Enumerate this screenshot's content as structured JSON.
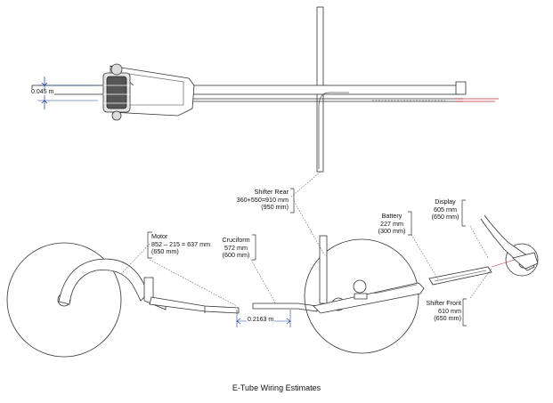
{
  "caption": "E-Tube Wiring Estimates",
  "dimensions": {
    "tube_offset": "0.045 m",
    "wire_gap": "0.2163 m"
  },
  "callouts": {
    "shifter_rear": [
      "Shifter Rear",
      "360+550=910 mm",
      "(950 mm)"
    ],
    "motor": [
      "Motor",
      "852 – 215 = 637 mm",
      "(650 mm)"
    ],
    "cruciform": [
      "Cruciform",
      "572 mm",
      "(600 mm)"
    ],
    "battery": [
      "Battery",
      "227 mm",
      "(300 mm)"
    ],
    "display": [
      "Display",
      "605 mm",
      "(650 mm)"
    ],
    "shifter_front": [
      "Shifter Front",
      "610 mm",
      "(650 mm)"
    ]
  },
  "colors": {
    "line": "#333333",
    "dim": "#1a3f8f",
    "leader": "#555555",
    "cable": "#c03030"
  }
}
